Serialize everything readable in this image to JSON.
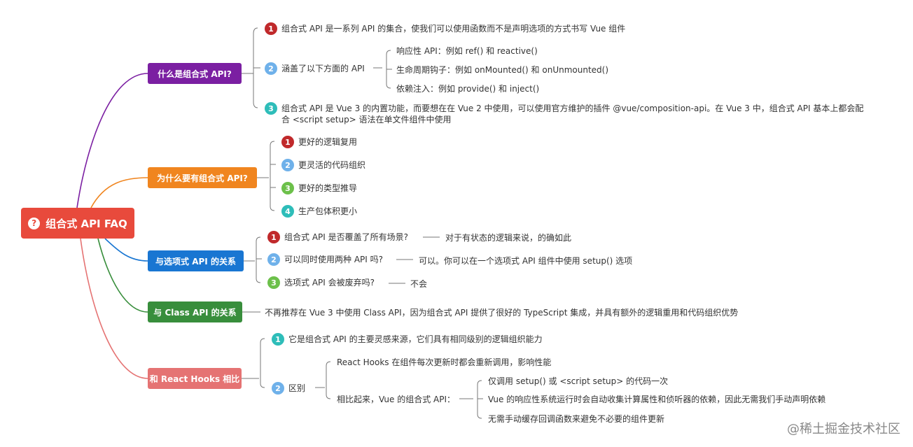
{
  "root": {
    "title": "组合式 API FAQ"
  },
  "branches": {
    "what": {
      "title": "什么是组合式 API?",
      "items": [
        "组合式 API 是一系列 API 的集合，使我们可以使用函数而不是声明选项的方式书写 Vue 组件",
        "涵盖了以下方面的 API",
        "组合式 API 是 Vue 3 的内置功能，而要想在在 Vue 2 中使用，可以使用官方维护的插件 @vue/composition-api。在 Vue 3 中，组合式 API 基本上都会配",
        "合 <script setup> 语法在单文件组件中使用"
      ],
      "sub": [
        "响应性 API：例如 ref() 和 reactive()",
        "生命周期钩子：例如 onMounted() 和 onUnmounted()",
        "依赖注入：例如 provide() 和 inject()"
      ]
    },
    "why": {
      "title": "为什么要有组合式 API?",
      "items": [
        "更好的逻辑复用",
        "更灵活的代码组织",
        "更好的类型推导",
        "生产包体积更小"
      ]
    },
    "options": {
      "title": "与选项式 API 的关系",
      "items": [
        "组合式 API 是否覆盖了所有场景?",
        "可以同时使用两种 API 吗?",
        "选项式 API 会被废弃吗?"
      ],
      "answers": [
        "对于有状态的逻辑来说，的确如此",
        "可以。你可以在一个选项式 API 组件中使用 setup() 选项",
        "不会"
      ]
    },
    "class": {
      "title": "与 Class API 的关系",
      "text": "不再推荐在 Vue 3 中使用 Class API，因为组合式 API 提供了很好的 TypeScript 集成，并具有额外的逻辑重用和代码组织优势"
    },
    "react": {
      "title": "和 React Hooks 相比",
      "items": [
        "它是组合式 API 的主要灵感来源，它们具有相同级别的逻辑组织能力",
        "区别"
      ],
      "diff": [
        "React Hooks 在组件每次更新时都会重新调用，影响性能",
        "相比起来，Vue 的组合式 API："
      ],
      "vue": [
        "仅调用 setup() 或 <script setup> 的代码一次",
        "Vue 的响应性系统运行时会自动收集计算属性和侦听器的依赖，因此无需我们手动声明依赖",
        "无需手动缓存回调函数来避免不必要的组件更新"
      ]
    }
  },
  "badges": [
    "1",
    "2",
    "3",
    "4"
  ],
  "watermark": "@稀土掘金技术社区",
  "colors": {
    "root": "#e84a3c",
    "what": "#7b1fa2",
    "why": "#f0851f",
    "options": "#1976d2",
    "class": "#388e3c",
    "react": "#e57373"
  }
}
